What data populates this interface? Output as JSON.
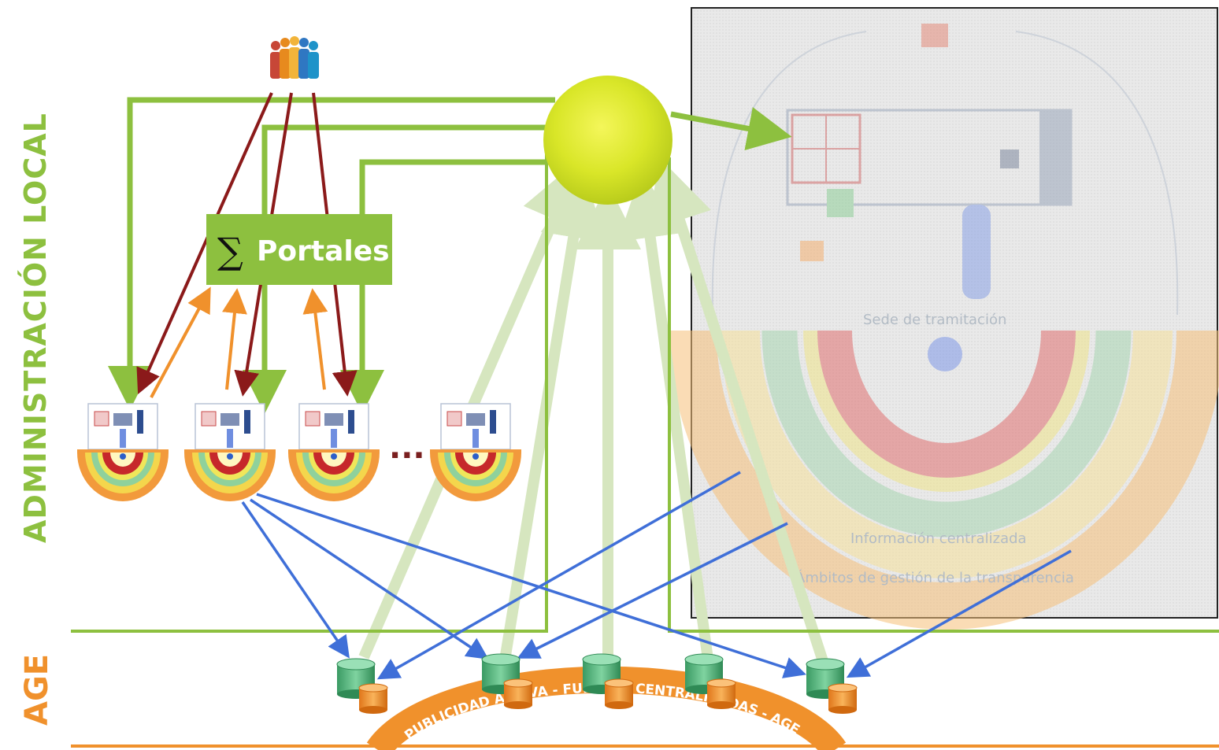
{
  "labels": {
    "local": "ADMINISTRACIÓN LOCAL",
    "age": "AGE"
  },
  "portal_box": {
    "symbol": "∑",
    "label": "Portales"
  },
  "ellipsis": "···",
  "arc_text": "PUBLICIDAD ACTIVA - FUENTES CENTRALIZADAS - AGE",
  "overlay": {
    "sede_label": "Sede de tramitación",
    "ring_inner": "Información centralizada",
    "ring_outer": "Ámbitos de gestión de la transparencia"
  },
  "colors": {
    "green": "#8dc03f",
    "orange": "#f0912c",
    "dark_red": "#8b1a1a",
    "blue": "#3f6fd8",
    "sun_yellow": "#e2ec2a"
  },
  "icons": {
    "people": "people-icon",
    "sun": "central-sun-icon",
    "database": "database-icon"
  }
}
